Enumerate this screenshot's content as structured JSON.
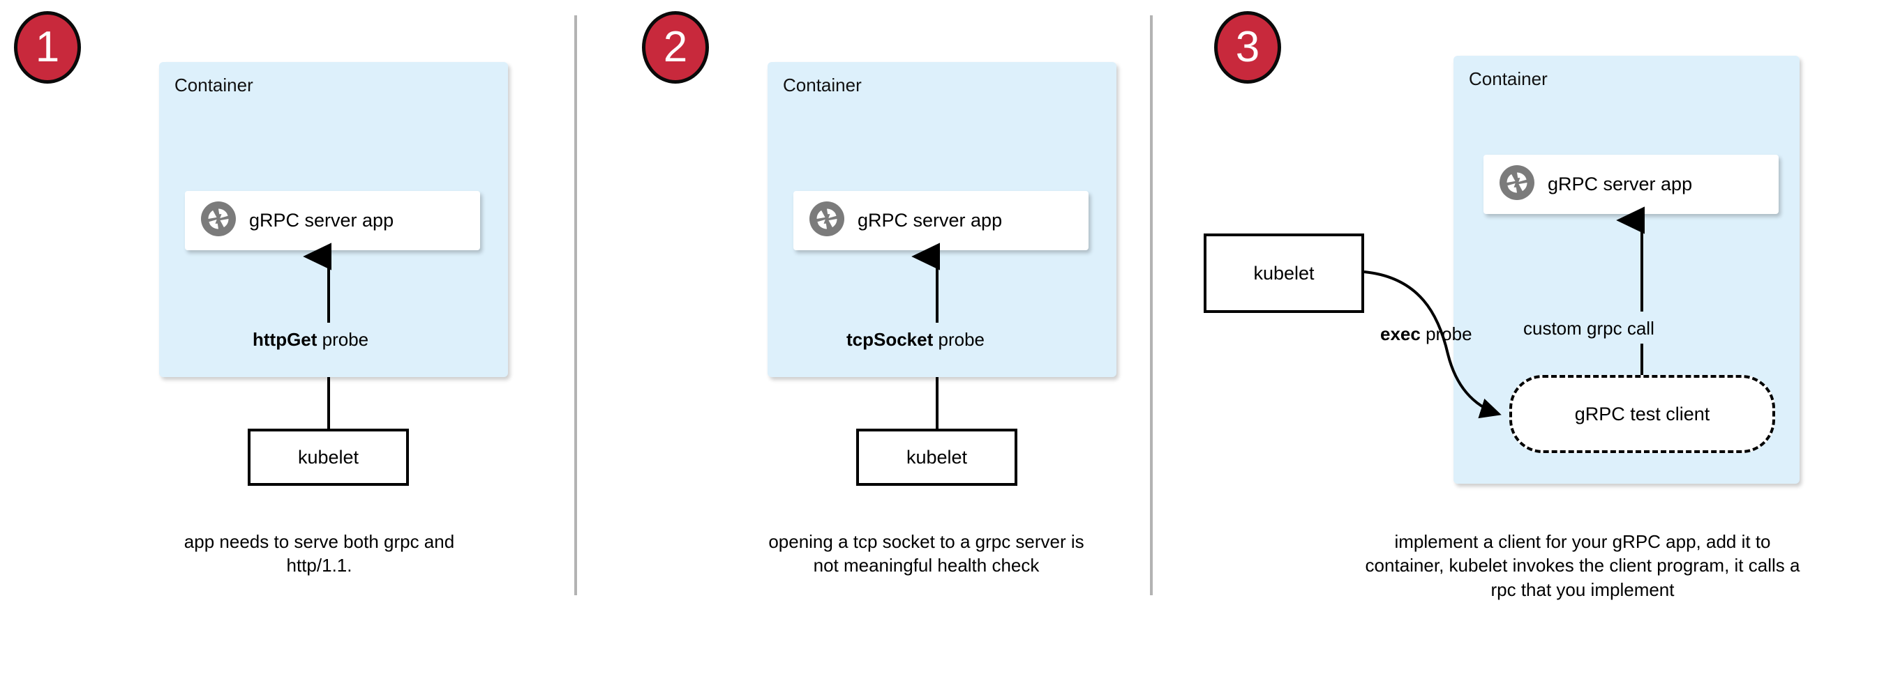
{
  "diagram": {
    "title_colors": {
      "badge_red": "#c8293c",
      "container_blue": "#ddf0fb",
      "divider_grey": "#b3b3b3",
      "icon_grey": "#7b7b7b",
      "stroke_black": "#000000"
    },
    "panels": [
      {
        "step_number": "1",
        "container_label": "Container",
        "app_label": "gRPC server app",
        "app_icon": "grpc-logo-icon",
        "probe_label_bold": "httpGet",
        "probe_label_rest": " probe",
        "kubelet_label": "kubelet",
        "caption": "app needs to serve both grpc and http/1.1."
      },
      {
        "step_number": "2",
        "container_label": "Container",
        "app_label": "gRPC server app",
        "app_icon": "grpc-logo-icon",
        "probe_label_bold": "tcpSocket",
        "probe_label_rest": " probe",
        "kubelet_label": "kubelet",
        "caption": "opening a tcp socket to a grpc server is not meaningful health check"
      },
      {
        "step_number": "3",
        "container_label": "Container",
        "app_label": "gRPC server app",
        "app_icon": "grpc-logo-icon",
        "probe_label_bold": "exec",
        "probe_label_rest": " probe",
        "kubelet_label": "kubelet",
        "inner_call_label": "custom grpc call",
        "test_client_label": "gRPC test client",
        "caption": "implement a client for your gRPC app, add it to container, kubelet invokes the client program, it calls a rpc that you implement"
      }
    ]
  }
}
